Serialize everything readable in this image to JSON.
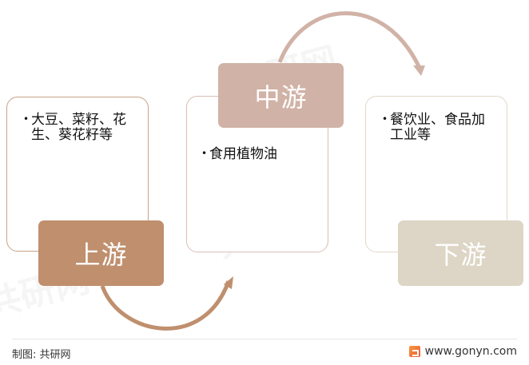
{
  "stages": [
    {
      "label": "上游",
      "content": "大豆、菜籽、花生、葵花籽等",
      "color": "#bf8f6e",
      "border": "#c9a386"
    },
    {
      "label": "中游",
      "content": "食用植物油",
      "color": "#d1b2a6",
      "border": "#d8bfb5"
    },
    {
      "label": "下游",
      "content": "餐饮业、食品加工业等",
      "color": "#ddd5c5",
      "border": "#e2d9c8"
    }
  ],
  "footer": {
    "source": "制图: 共研网",
    "website": "www.gonyn.com"
  },
  "watermark": "共研网"
}
